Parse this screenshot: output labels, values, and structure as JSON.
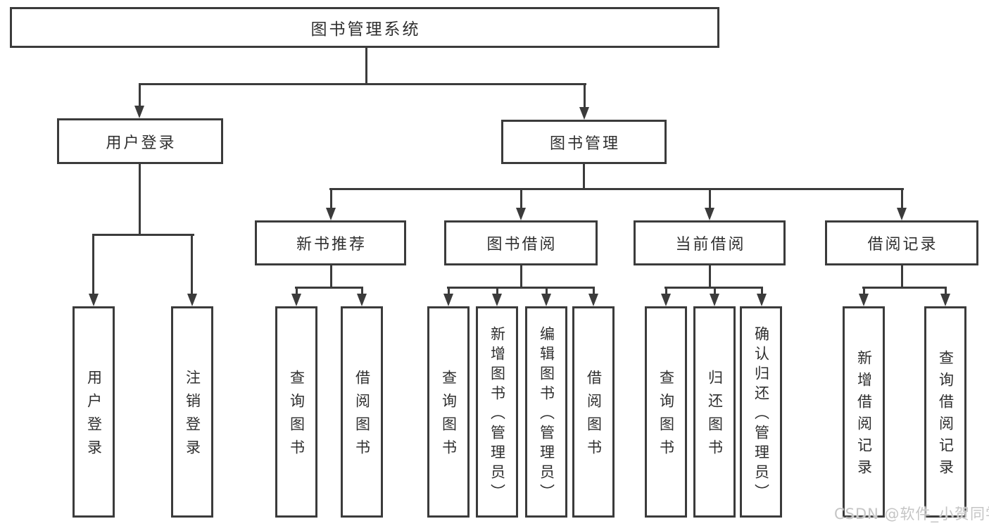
{
  "nodes": {
    "root": "图书管理系统",
    "level2": {
      "user_login": "用户登录",
      "book_mgmt": "图书管理"
    },
    "level3": {
      "new_books": "新书推荐",
      "borrow": "图书借阅",
      "current": "当前借阅",
      "records": "借阅记录"
    },
    "leaves": {
      "user_login": [
        "用户登录",
        "注销登录"
      ],
      "new_books": [
        "查询图书",
        "借阅图书"
      ],
      "borrow": [
        "查询图书",
        "新增图书（管理员）",
        "编辑图书（管理员）",
        "借阅图书"
      ],
      "current": [
        "查询图书",
        "归还图书",
        "确认归还（管理员）"
      ],
      "records": [
        "新增借阅记录",
        "查询借阅记录"
      ]
    }
  },
  "watermark": "CSDN @软件_小贺同学",
  "colors": {
    "line": "#3b3b3b",
    "text": "#2f2f2f",
    "background": "#ffffff",
    "watermark": "#c5c5c5"
  }
}
